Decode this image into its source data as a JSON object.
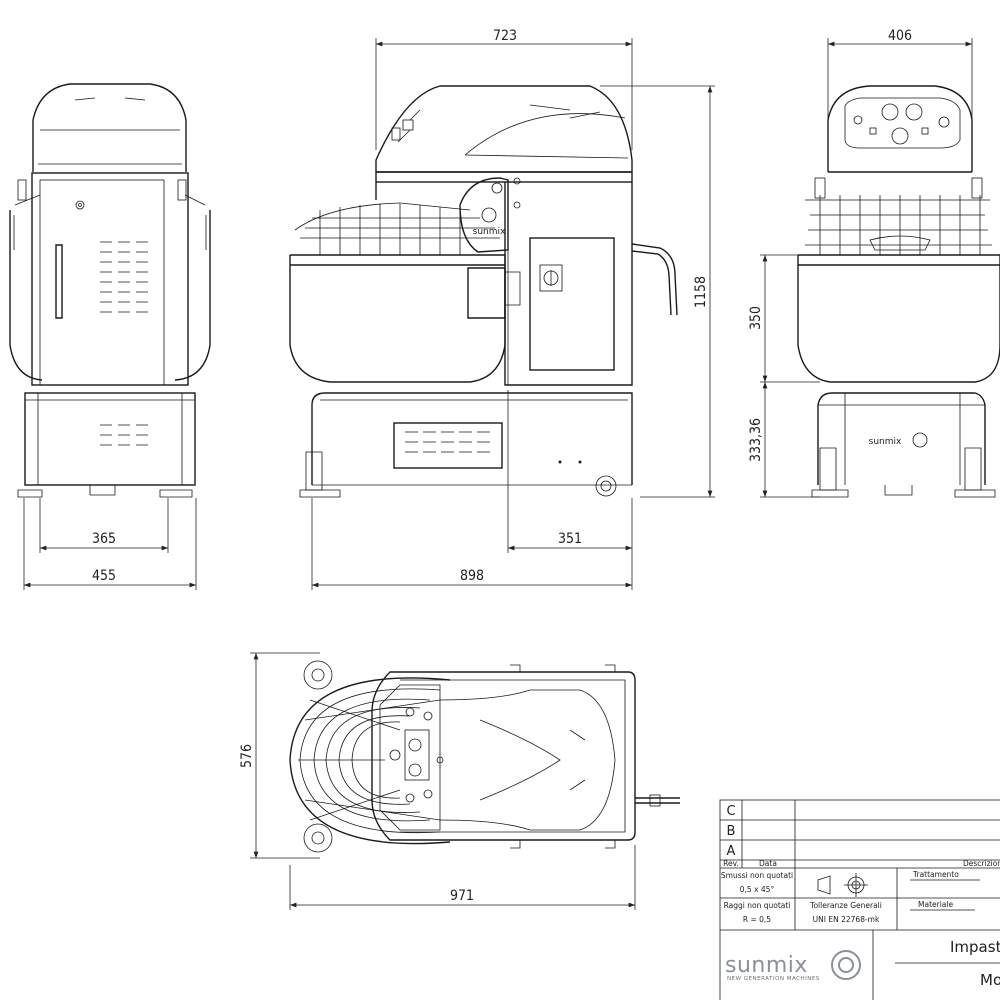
{
  "dimensions": {
    "top_width": "723",
    "right_width": "406",
    "height_total": "1158",
    "bowl_height": "350",
    "base_height": "333,36",
    "left_inner": "365",
    "left_outer": "455",
    "depth_front": "351",
    "depth_total": "898",
    "plan_width": "576",
    "plan_length": "971"
  },
  "brand_label": "sunmix",
  "title_block": {
    "rev_rows": [
      "C",
      "B",
      "A"
    ],
    "rev_header": "Rev.",
    "date_header": "Data",
    "desc_header": "Descrizione",
    "chamfers_label": "Smussi non quotati",
    "chamfers_value": "0,5 x 45°",
    "radii_label": "Raggi non quotati",
    "radii_value": "R = 0,5",
    "tolerance_label": "Tolleranze Generali",
    "tolerance_value": "UNI EN 22768-mk",
    "treatment_label": "Trattamento",
    "material_label": "Materiale",
    "logo_text": "sunmix",
    "logo_sub": "NEW GENERATION MACHINES",
    "title_line1": "Impasta",
    "title_line2": "Mo"
  },
  "icons": [
    "projection-symbol-icon",
    "sunmix-logo-icon"
  ]
}
